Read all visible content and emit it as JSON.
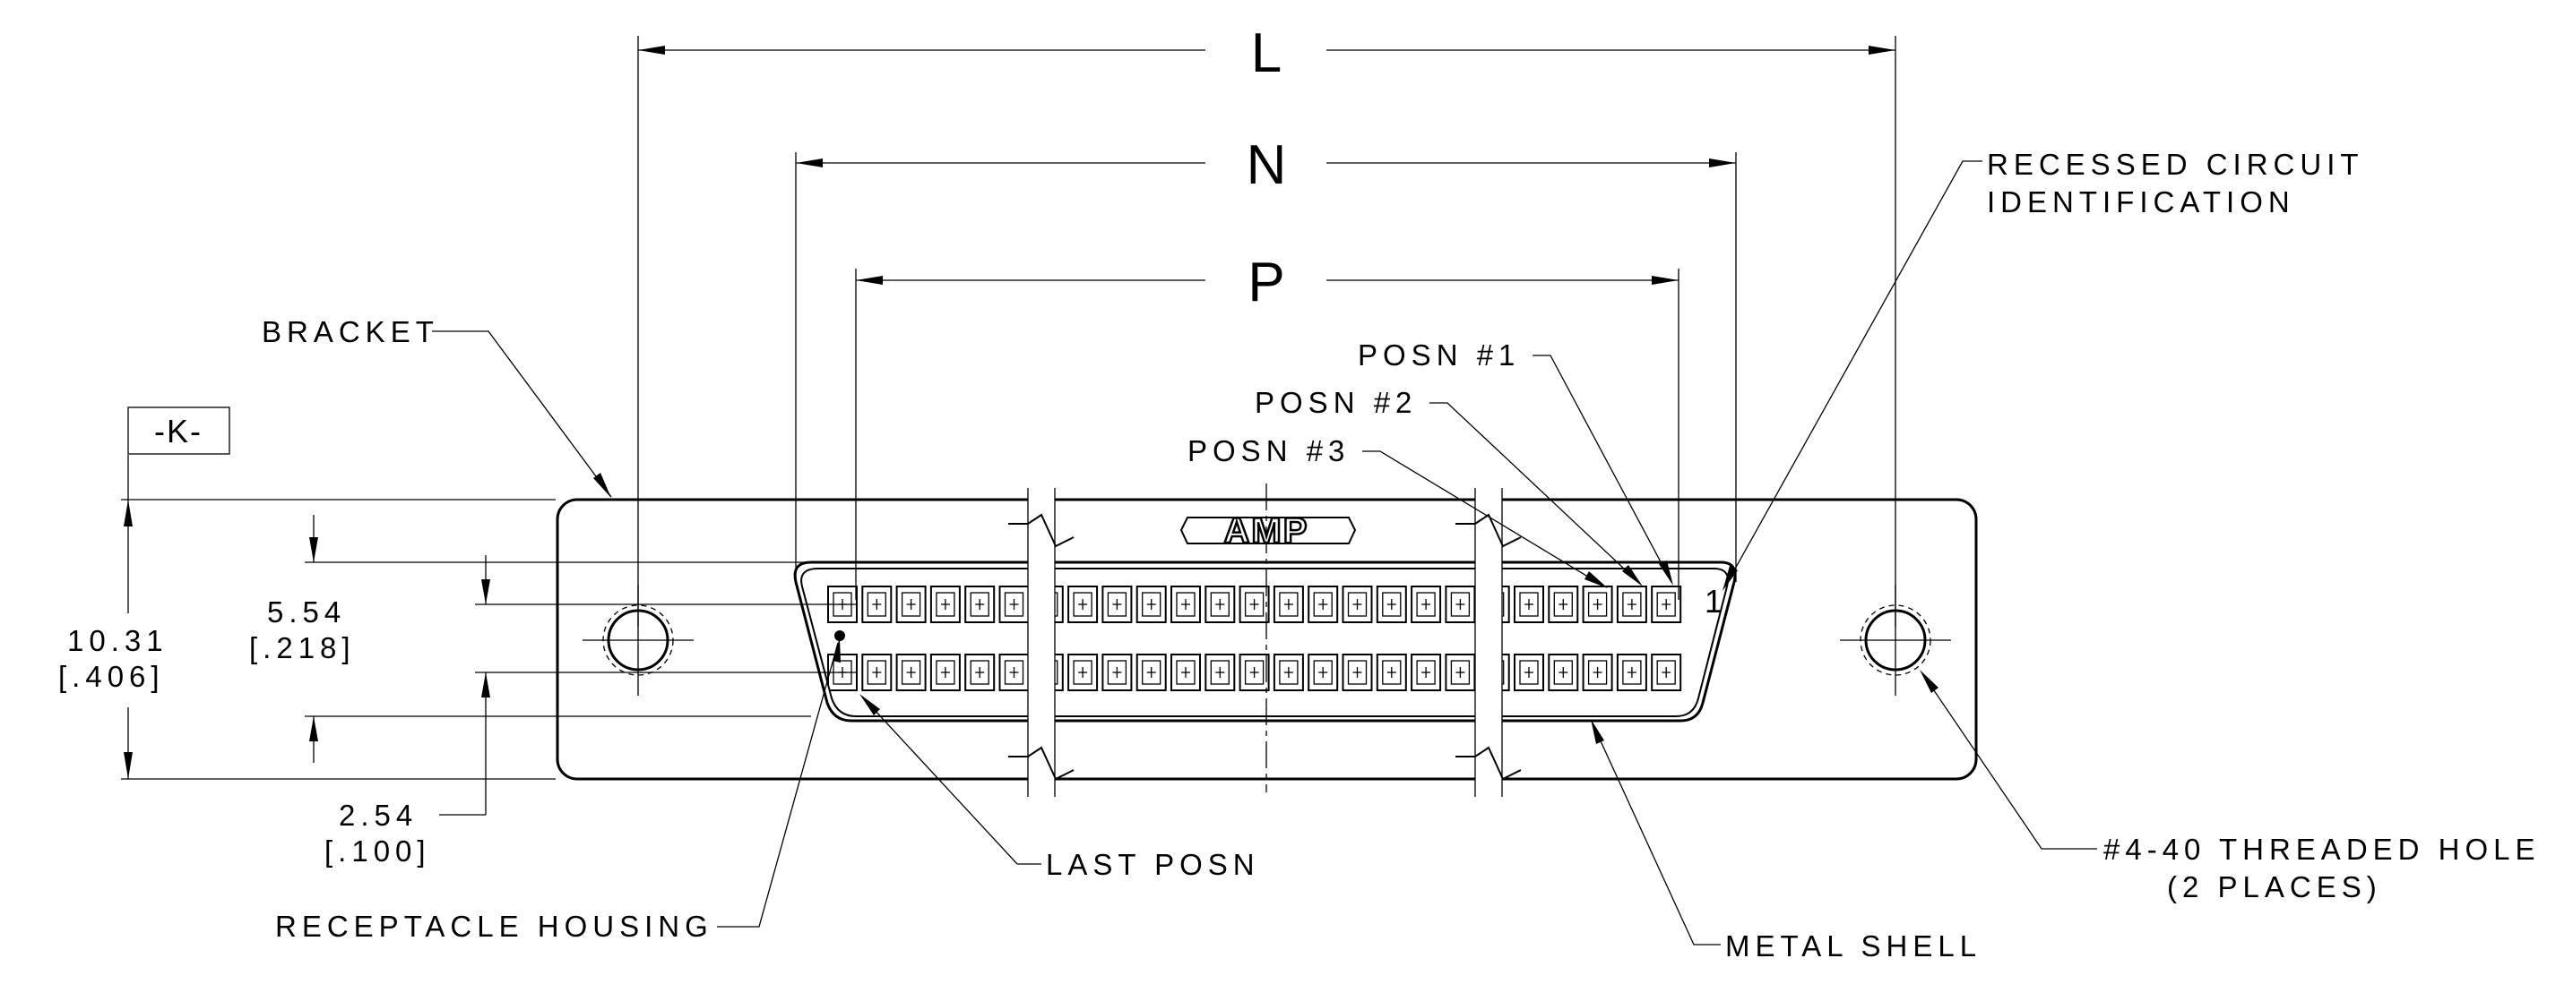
{
  "dimensions": {
    "overall_width": "L",
    "shell_width": "N",
    "contact_span": "P",
    "datum": "-K-",
    "height": {
      "mm": "10.31",
      "in": "[.406]"
    },
    "row_offset": {
      "mm": "5.54",
      "in": "[.218]"
    },
    "pitch": {
      "mm": "2.54",
      "in": "[.100]"
    }
  },
  "callouts": {
    "bracket": "BRACKET",
    "recessed_line1": "RECESSED CIRCUIT",
    "recessed_line2": "IDENTIFICATION",
    "posn1": "POSN #1",
    "posn2": "POSN #2",
    "posn3": "POSN #3",
    "last_posn": "LAST POSN",
    "receptacle_housing": "RECEPTACLE HOUSING",
    "metal_shell": "METAL SHELL",
    "threaded_hole_line1": "#4-40 THREADED HOLE",
    "threaded_hole_line2": "(2 PLACES)"
  },
  "connector": {
    "logo": "AMP",
    "position_marker": "1"
  }
}
